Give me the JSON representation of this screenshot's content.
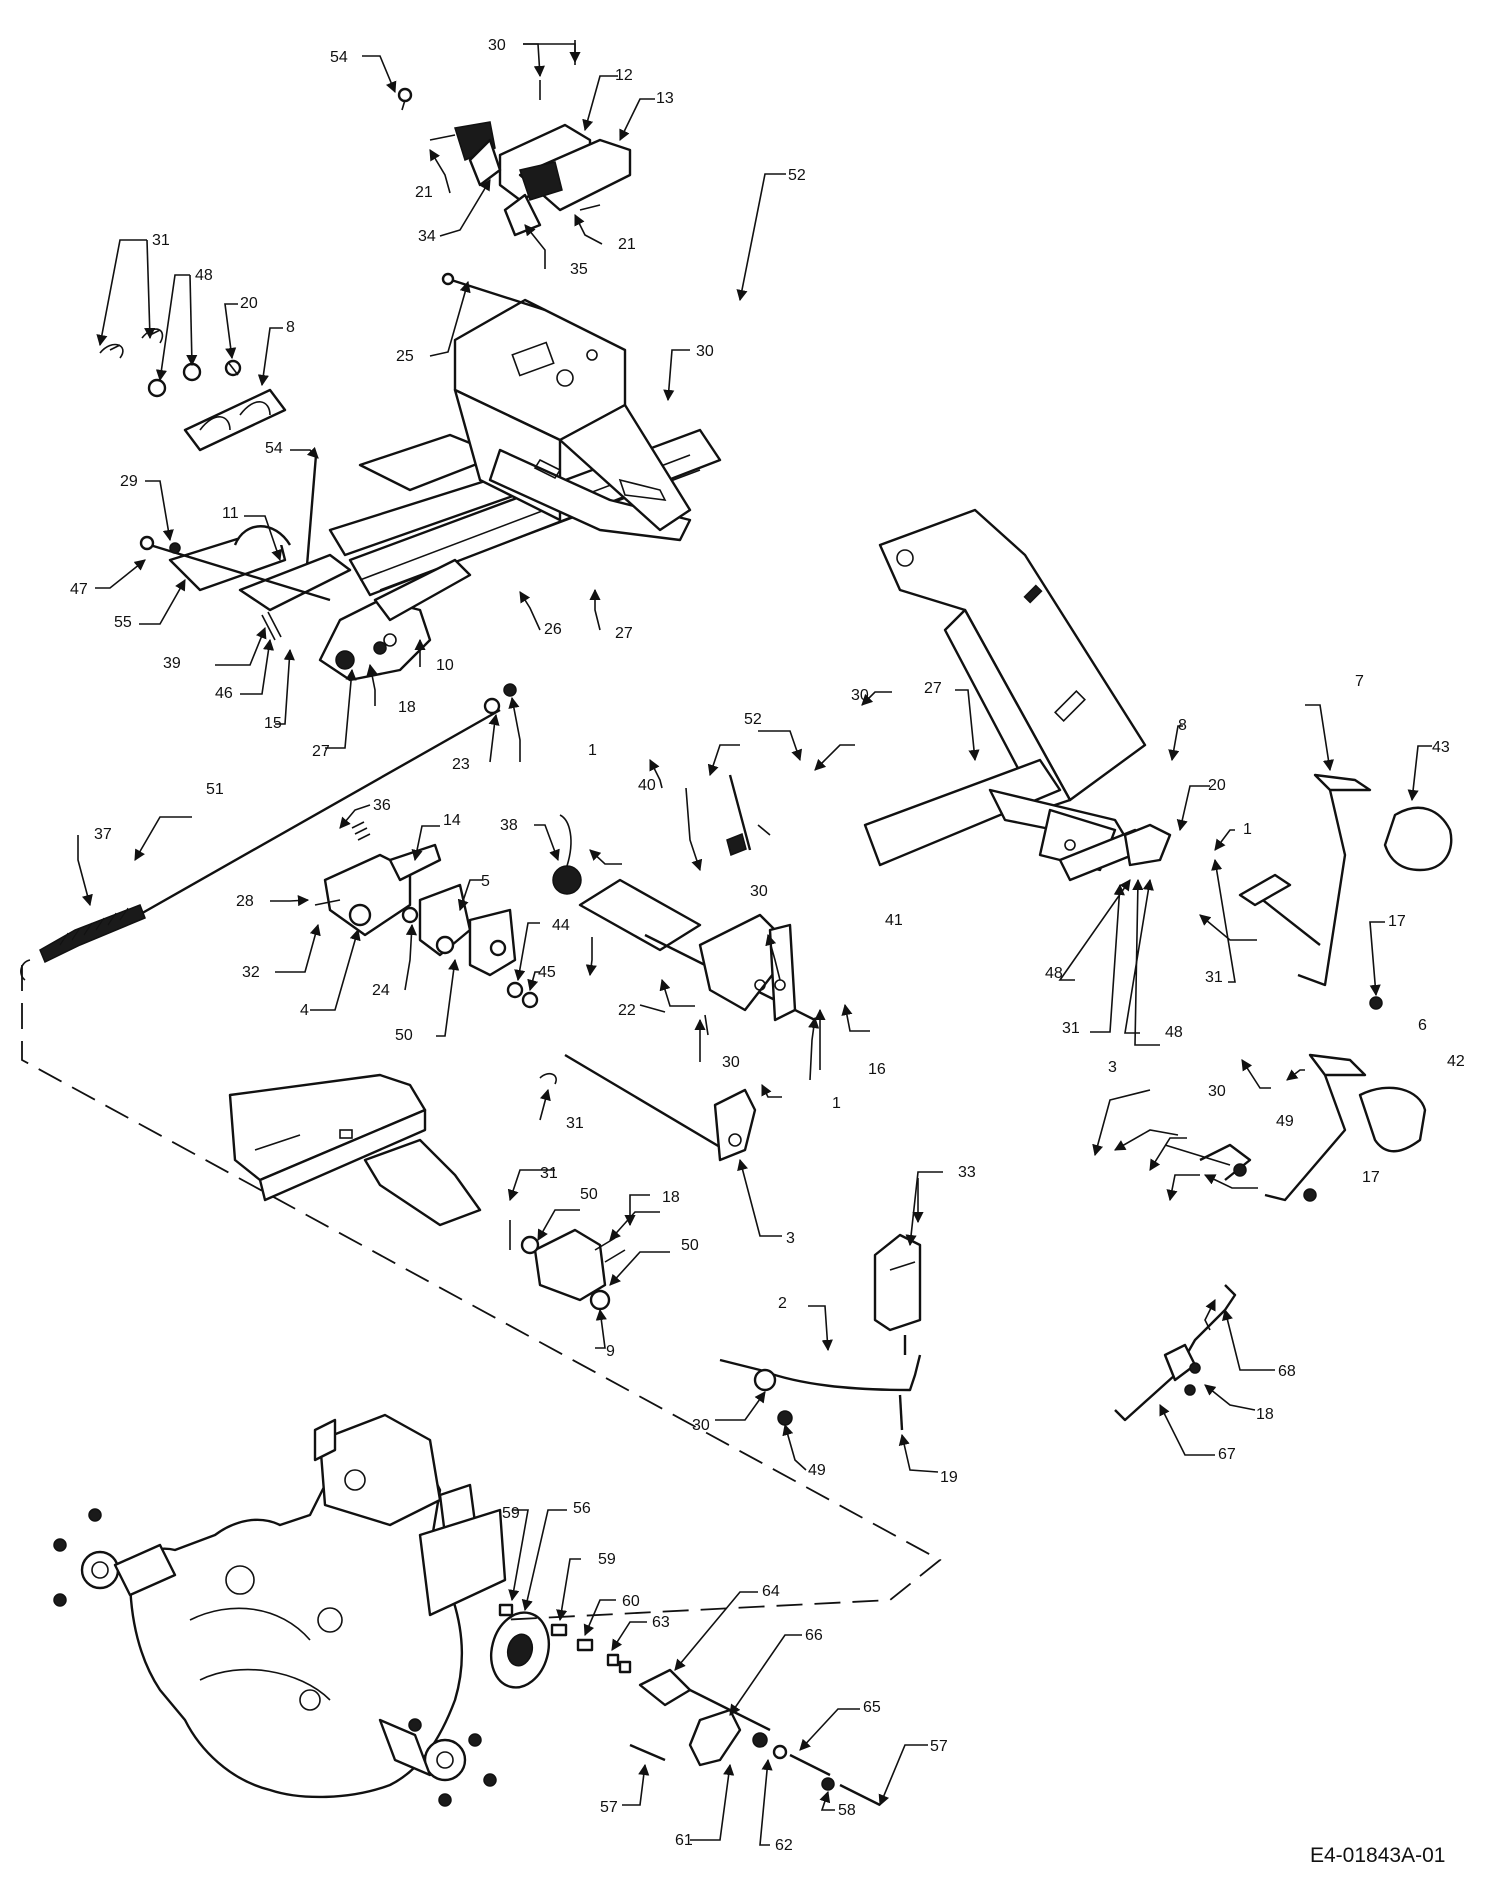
{
  "drawing_number": "E4-01843A-01",
  "callouts": [
    "1",
    "2",
    "3",
    "4",
    "5",
    "6",
    "7",
    "8",
    "9",
    "10",
    "11",
    "12",
    "13",
    "14",
    "15",
    "16",
    "17",
    "18",
    "19",
    "20",
    "21",
    "22",
    "23",
    "24",
    "25",
    "26",
    "27",
    "28",
    "29",
    "30",
    "31",
    "32",
    "33",
    "34",
    "35",
    "36",
    "37",
    "38",
    "39",
    "40",
    "41",
    "42",
    "43",
    "44",
    "45",
    "46",
    "47",
    "48",
    "49",
    "50",
    "51",
    "52",
    "54",
    "55",
    "56",
    "57",
    "58",
    "59",
    "60",
    "61",
    "62",
    "63",
    "64",
    "65",
    "66",
    "67",
    "68"
  ]
}
